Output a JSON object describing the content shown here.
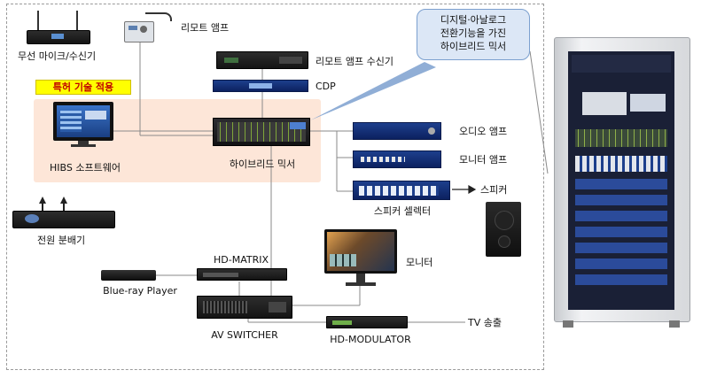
{
  "callout": {
    "lines": [
      "디지털·아날로그",
      "전환기능을 가진",
      "하이브리드 믹서"
    ]
  },
  "patent_badge": "특허 기술 적용",
  "labels": {
    "wireless_mic": "무선 마이크/수신기",
    "remote_amp": "리모트 앰프",
    "remote_amp_receiver": "리모트 앰프 수신기",
    "cdp": "CDP",
    "hibs_software": "HIBS 소프트웨어",
    "hybrid_mixer": "하이브리드 믹서",
    "audio_amp": "오디오 앰프",
    "monitor_amp": "모니터 앰프",
    "speaker_selector": "스피커 셀렉터",
    "speaker": "스피커",
    "power_distributor": "전원 분배기",
    "hd_matrix": "HD-MATRIX",
    "monitor": "모니터",
    "bluray": "Blue-ray Player",
    "av_switcher": "AV SWITCHER",
    "hd_modulator": "HD-MODULATOR",
    "tv_broadcast": "TV 송출"
  },
  "colors": {
    "patent_badge_bg": "#ffff00",
    "patent_badge_text": "#c00000",
    "highlight_area": "#fde6d8",
    "callout_fill": "#dce7f6",
    "callout_border": "#7ca0cf",
    "connector_line": "#8a8a8a",
    "rack_blue": "#1d3f8c"
  },
  "icons": [
    "microphone-receiver-icon",
    "remote-amp-icon",
    "rack-cabinet-icon",
    "speaker-icon",
    "monitor-icon"
  ]
}
